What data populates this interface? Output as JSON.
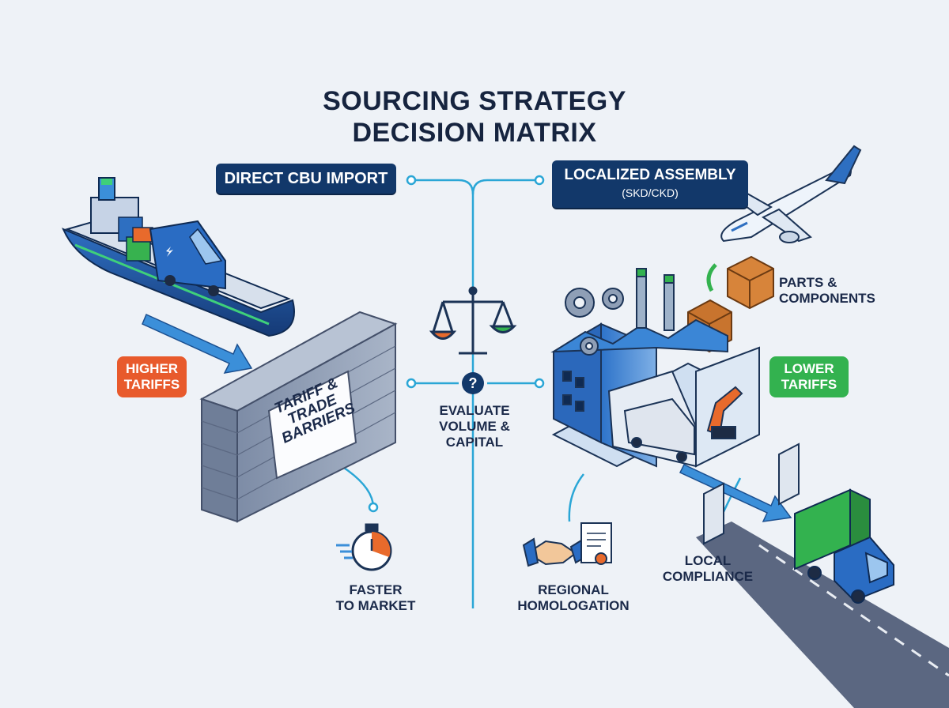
{
  "title": {
    "line1": "SOURCING STRATEGY",
    "line2": "DECISION MATRIX"
  },
  "options": {
    "left": {
      "label": "DIRECT CBU IMPORT"
    },
    "right": {
      "label": "LOCALIZED ASSEMBLY",
      "sublabel": "(SKD/CKD)"
    }
  },
  "tags": {
    "higher": {
      "line1": "HIGHER",
      "line2": "TARIFFS"
    },
    "lower": {
      "line1": "LOWER",
      "line2": "TARIFFS"
    }
  },
  "barrier": {
    "line1": "TARIFF &",
    "line2": "TRADE",
    "line3": "BARRIERS"
  },
  "center": {
    "line1": "EVALUATE",
    "line2": "VOLUME &",
    "line3": "CAPITAL",
    "question_mark": "?"
  },
  "benefits": {
    "faster": {
      "line1": "FASTER",
      "line2": "TO MARKET"
    },
    "regional": {
      "line1": "REGIONAL",
      "line2": "HOMOLOGATION"
    },
    "local": {
      "line1": "LOCAL",
      "line2": "COMPLIANCE"
    },
    "parts": {
      "line1": "PARTS &",
      "line2": "COMPONENTS"
    }
  },
  "colors": {
    "navy": "#12386a",
    "connector": "#2aa6d6",
    "orange": "#e85a2c",
    "green": "#33b24f",
    "background": "#eef2f7"
  },
  "icons": [
    "cargo-ship-icon",
    "airplane-icon",
    "balance-scale-icon",
    "question-icon",
    "brick-wall-icon",
    "factory-icon",
    "gear-icon",
    "crate-icon",
    "robot-arm-icon",
    "stopwatch-icon",
    "handshake-icon",
    "certificate-icon",
    "truck-icon",
    "gate-icon",
    "road-icon"
  ]
}
